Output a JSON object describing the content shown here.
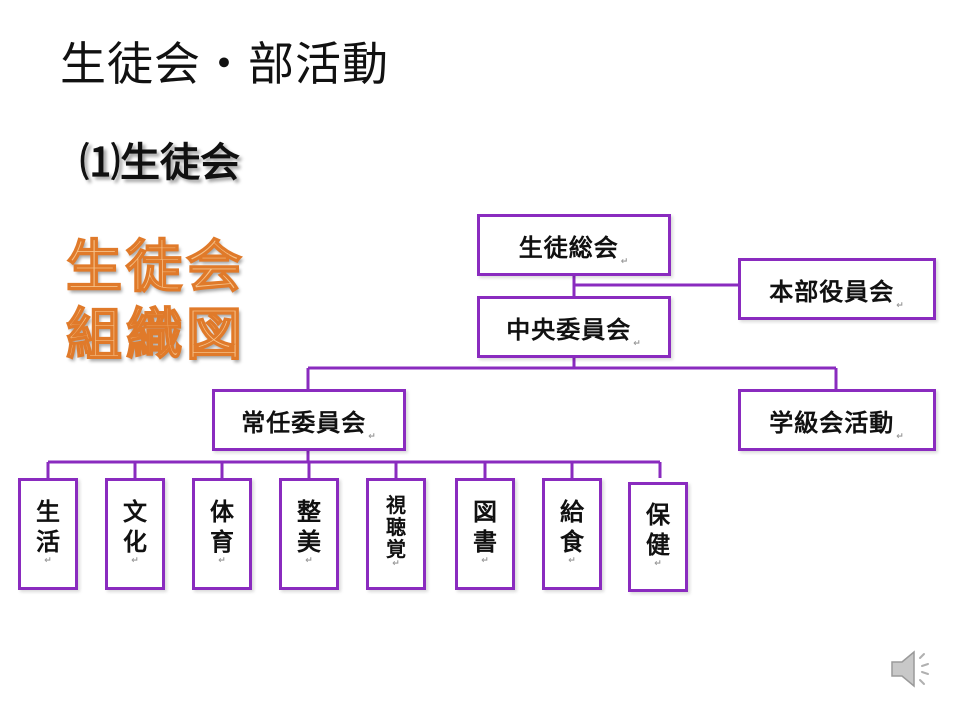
{
  "title": "生徒会・部活動",
  "subtitle": "⑴生徒会",
  "org_label": [
    "生徒会",
    "組織図"
  ],
  "boxes": {
    "general": "生徒総会",
    "executive": "本部役員会",
    "central": "中央委員会",
    "standing": "常任委員会",
    "class": "学級会活動"
  },
  "committees": [
    {
      "chars": [
        "生",
        "活"
      ]
    },
    {
      "chars": [
        "文",
        "化"
      ]
    },
    {
      "chars": [
        "体",
        "育"
      ]
    },
    {
      "chars": [
        "整",
        "美"
      ]
    },
    {
      "chars": [
        "視",
        "聴",
        "覚"
      ]
    },
    {
      "chars": [
        "図",
        "書"
      ]
    },
    {
      "chars": [
        "給",
        "食"
      ]
    },
    {
      "chars": [
        "保",
        "健"
      ]
    }
  ],
  "return_mark": "↵",
  "colors": {
    "box_border": "#8a2bbf",
    "label_fill": "#f6c28a",
    "label_stroke": "#e07a2a"
  },
  "icons": {
    "speaker": "speaker-icon"
  }
}
